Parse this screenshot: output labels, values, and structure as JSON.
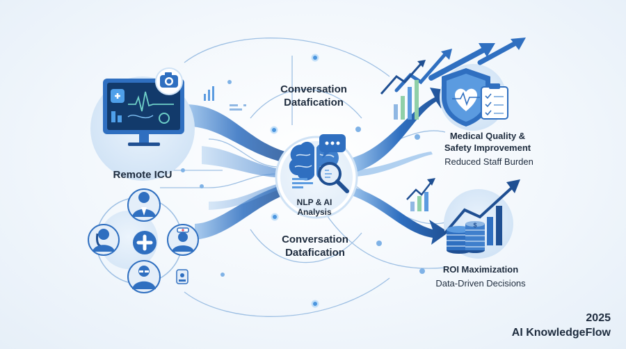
{
  "labels": {
    "top_datafication": [
      "Conversation",
      "Datafication"
    ],
    "bottom_datafication": [
      "Conversation",
      "Datafication"
    ],
    "remote_icu": "Remote ICU",
    "nlp": [
      "NLP & AI",
      "Analysis"
    ],
    "medical": [
      "Medical Quality &",
      "Safety Improvement"
    ],
    "medical_sub": "Reduced Staff Burden",
    "roi": "ROI Maximization",
    "roi_sub": "Data-Driven Decisions"
  },
  "footer": {
    "year": "2025",
    "brand": "AI KnowledgeFlow"
  },
  "colors": {
    "primary": "#2f6fc0",
    "dark": "#1f4f92",
    "light": "#cfe2f5",
    "accent_green": "#8fd0a8",
    "text": "#1d2b3d"
  },
  "icons": [
    "monitor-icon",
    "camera-icon",
    "doctor-icon",
    "nurse-icon",
    "medical-cross-icon",
    "brain-icon",
    "chat-bubble-icon",
    "magnifier-icon",
    "shield-heart-icon",
    "clipboard-icon",
    "coin-stack-icon",
    "growth-chart-icon"
  ]
}
